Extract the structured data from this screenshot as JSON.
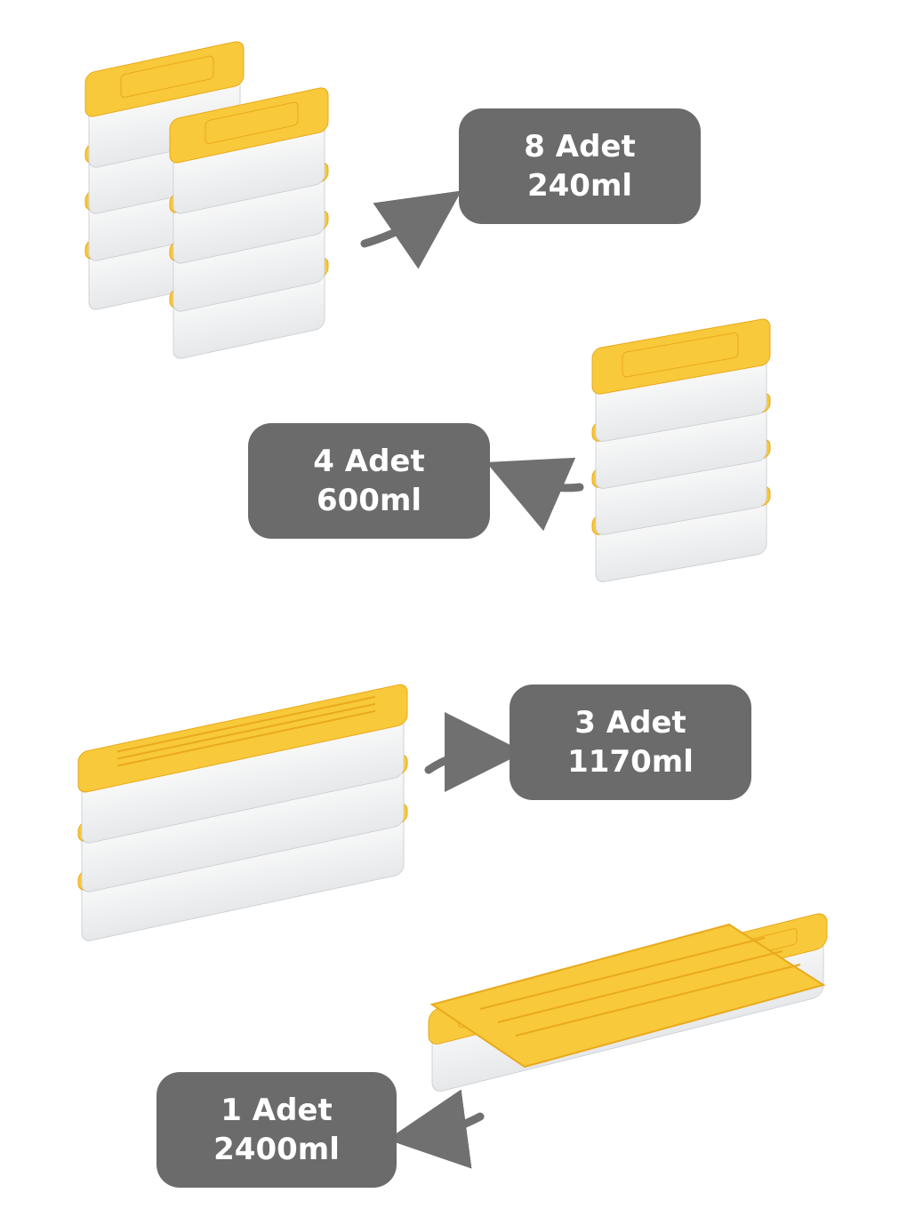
{
  "sets": [
    {
      "count": "8 Adet",
      "volume": "240ml"
    },
    {
      "count": "4 Adet",
      "volume": "600ml"
    },
    {
      "count": "3 Adet",
      "volume": "1170ml"
    },
    {
      "count": "1 Adet",
      "volume": "2400ml"
    }
  ],
  "colors": {
    "lid": "#f8c93a",
    "lid_edge": "#e9a91c",
    "label_bg": "#6b6b6b",
    "arrow": "#707070"
  }
}
